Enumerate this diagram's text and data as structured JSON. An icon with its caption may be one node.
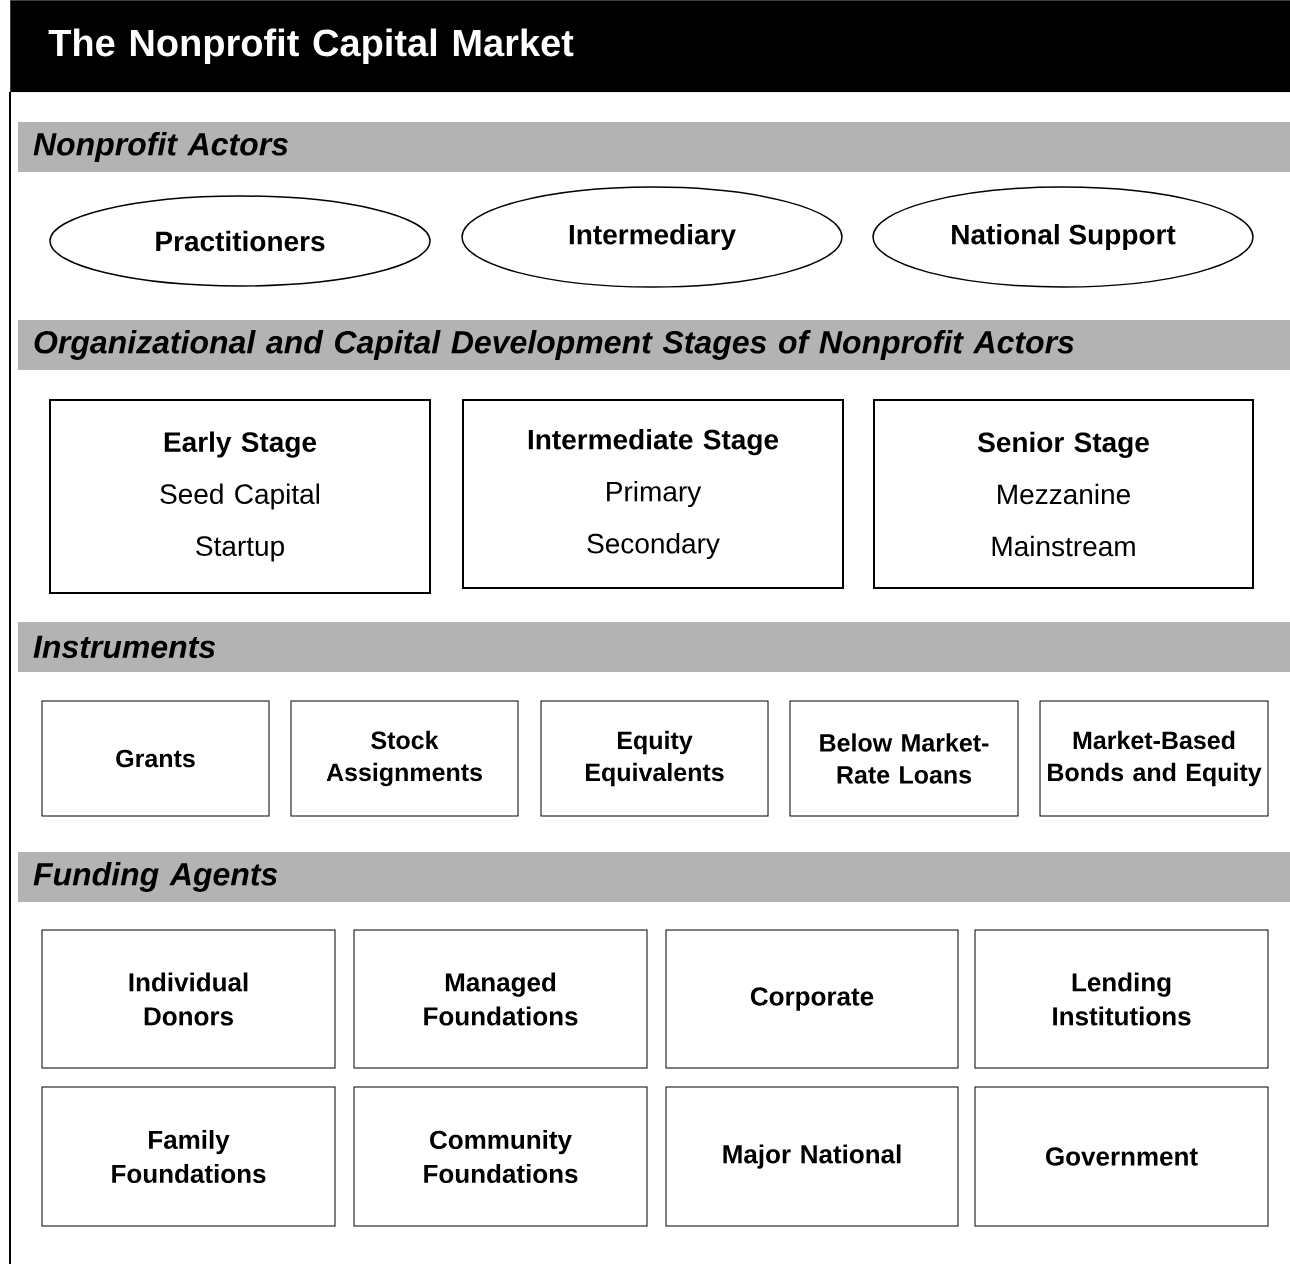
{
  "diagram": {
    "title": "The Nonprofit Capital Market",
    "nodes": [
      {
        "text": [
          "Nonprofit Actors"
        ]
      },
      {
        "text": [
          "Practitioners"
        ]
      },
      {
        "text": [
          "Intermediary"
        ]
      },
      {
        "text": [
          "National Support"
        ]
      },
      {
        "text": [
          "Organizational and Capital Development Stages of Nonprofit Actors"
        ]
      },
      {
        "text": [
          "Early Stage",
          "Seed Capital",
          "Startup"
        ]
      },
      {
        "text": [
          "Intermediate Stage",
          "Primary",
          "Secondary"
        ]
      },
      {
        "text": [
          "Senior Stage",
          "Mezzanine",
          "Mainstream"
        ]
      },
      {
        "text": [
          "Instruments"
        ]
      },
      {
        "text": [
          "Grants"
        ]
      },
      {
        "text": [
          "Stock Assignments"
        ]
      },
      {
        "text": [
          "Equity Equivalents"
        ]
      },
      {
        "text": [
          "Below Market-Rate Loans"
        ]
      },
      {
        "text": [
          "Market-Based Bonds and Equity"
        ]
      },
      {
        "text": [
          "Funding Agents"
        ]
      },
      {
        "text": [
          "Individual Donors"
        ]
      },
      {
        "text": [
          "Managed Foundations"
        ]
      },
      {
        "text": [
          "Corporate"
        ]
      },
      {
        "text": [
          "Lending Institutions"
        ]
      },
      {
        "text": [
          "Family Foundations"
        ]
      },
      {
        "text": [
          "Community Foundations"
        ]
      },
      {
        "text": [
          "Major National"
        ]
      },
      {
        "text": [
          "Government"
        ]
      }
    ]
  }
}
